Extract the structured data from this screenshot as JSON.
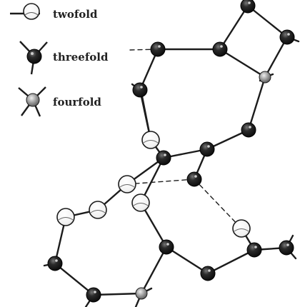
{
  "legend": {
    "twofold": "twofold",
    "threefold": "threefold",
    "fourfold": "fourfold"
  },
  "colors": {
    "bond": "#1c1c1c",
    "dark_atom": "#1e1e1e",
    "light_atom": "#ffffff",
    "four_atom": "#8a8a8a"
  }
}
